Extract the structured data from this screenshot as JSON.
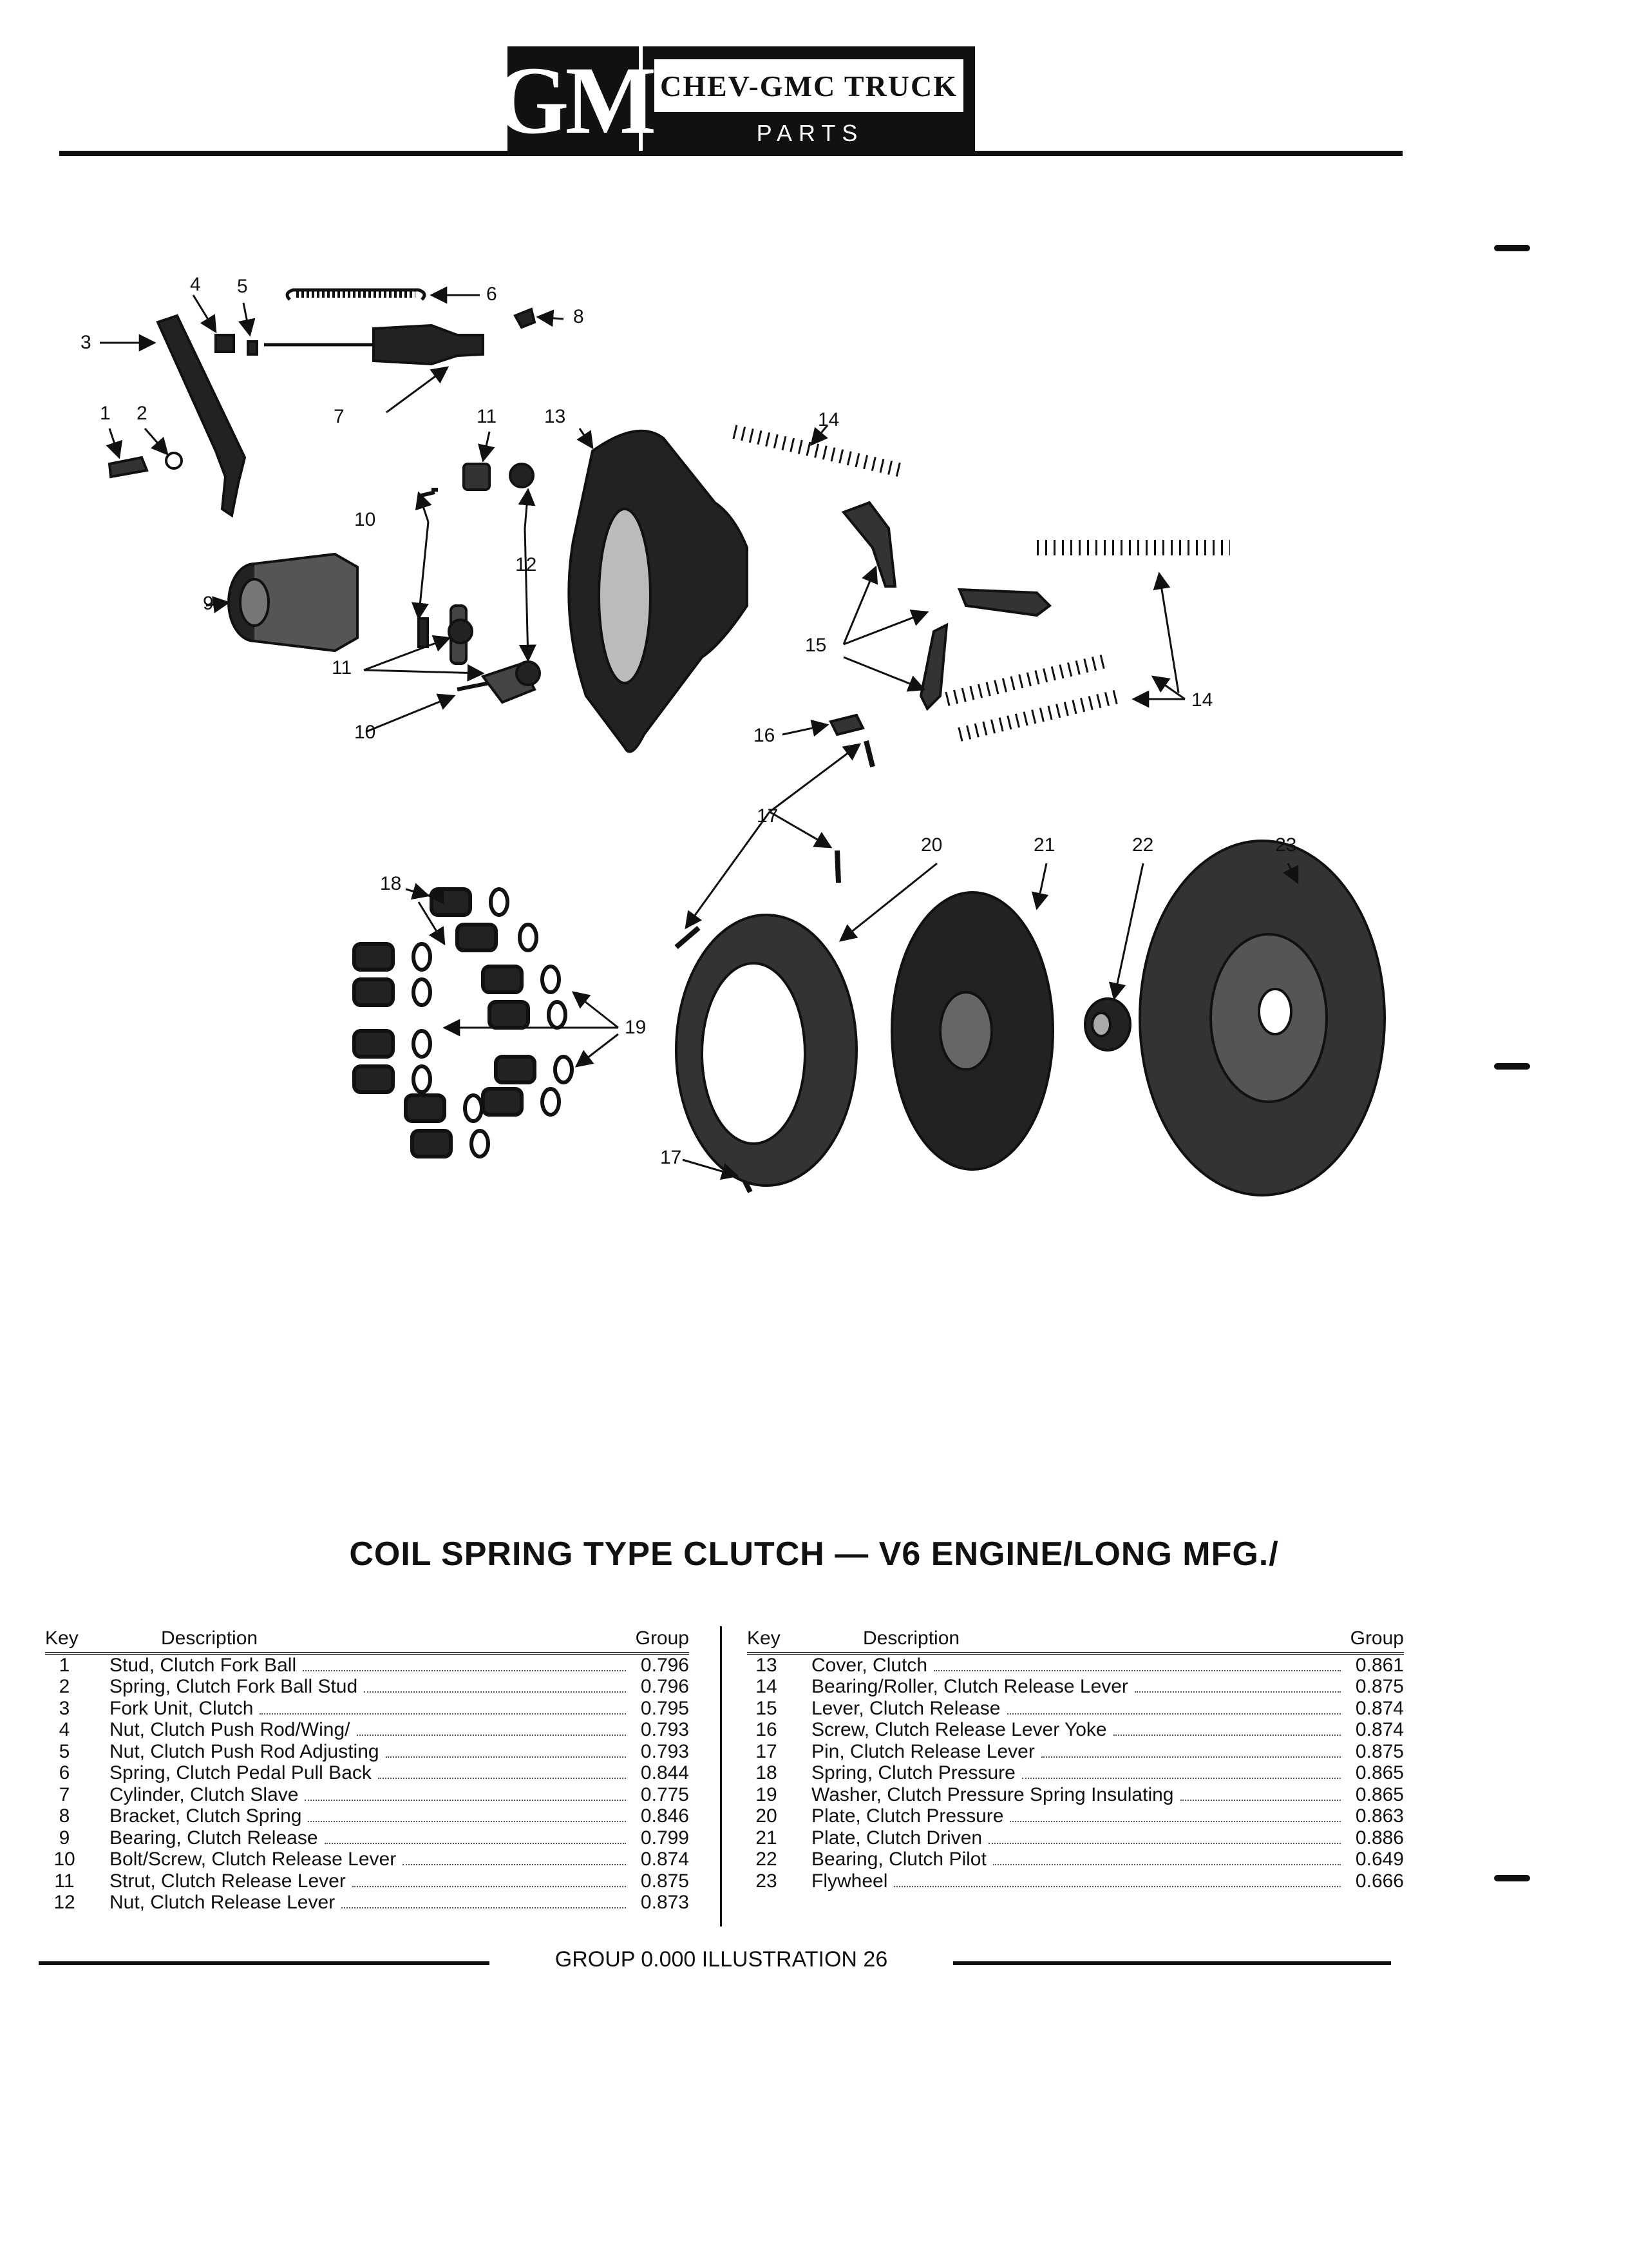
{
  "header": {
    "logo": "GM",
    "brand": "CHEV-GMC TRUCK",
    "subtitle": "PARTS CATALOGUE"
  },
  "diagram": {
    "callouts": [
      "1",
      "2",
      "3",
      "4",
      "5",
      "6",
      "7",
      "8",
      "9",
      "10",
      "11",
      "12",
      "13",
      "14",
      "15",
      "16",
      "17",
      "18",
      "19",
      "20",
      "21",
      "22",
      "23"
    ]
  },
  "title": "COIL SPRING TYPE CLUTCH — V6 ENGINE/LONG MFG./",
  "table": {
    "headers": {
      "key": "Key",
      "description": "Description",
      "group": "Group"
    },
    "left": [
      {
        "key": "1",
        "description": "Stud, Clutch Fork Ball",
        "group": "0.796"
      },
      {
        "key": "2",
        "description": "Spring, Clutch Fork Ball Stud",
        "group": "0.796"
      },
      {
        "key": "3",
        "description": "Fork Unit, Clutch",
        "group": "0.795"
      },
      {
        "key": "4",
        "description": "Nut, Clutch Push Rod/Wing/",
        "group": "0.793"
      },
      {
        "key": "5",
        "description": "Nut, Clutch Push Rod Adjusting",
        "group": "0.793"
      },
      {
        "key": "6",
        "description": "Spring, Clutch Pedal Pull Back",
        "group": "0.844"
      },
      {
        "key": "7",
        "description": "Cylinder, Clutch Slave",
        "group": "0.775"
      },
      {
        "key": "8",
        "description": "Bracket, Clutch Spring",
        "group": "0.846"
      },
      {
        "key": "9",
        "description": "Bearing, Clutch Release",
        "group": "0.799"
      },
      {
        "key": "10",
        "description": "Bolt/Screw, Clutch Release Lever",
        "group": "0.874"
      },
      {
        "key": "11",
        "description": "Strut, Clutch Release Lever",
        "group": "0.875"
      },
      {
        "key": "12",
        "description": "Nut, Clutch Release Lever",
        "group": "0.873"
      }
    ],
    "right": [
      {
        "key": "13",
        "description": "Cover, Clutch",
        "group": "0.861"
      },
      {
        "key": "14",
        "description": "Bearing/Roller, Clutch Release Lever",
        "group": "0.875"
      },
      {
        "key": "15",
        "description": "Lever, Clutch Release",
        "group": "0.874"
      },
      {
        "key": "16",
        "description": "Screw, Clutch Release Lever Yoke",
        "group": "0.874"
      },
      {
        "key": "17",
        "description": "Pin, Clutch Release Lever",
        "group": "0.875"
      },
      {
        "key": "18",
        "description": "Spring, Clutch Pressure",
        "group": "0.865"
      },
      {
        "key": "19",
        "description": "Washer, Clutch Pressure Spring Insulating",
        "group": "0.865"
      },
      {
        "key": "20",
        "description": "Plate, Clutch Pressure",
        "group": "0.863"
      },
      {
        "key": "21",
        "description": "Plate, Clutch Driven",
        "group": "0.886"
      },
      {
        "key": "22",
        "description": "Bearing, Clutch Pilot",
        "group": "0.649"
      },
      {
        "key": "23",
        "description": "Flywheel",
        "group": "0.666"
      }
    ]
  },
  "footer": "GROUP 0.000 ILLUSTRATION 26"
}
